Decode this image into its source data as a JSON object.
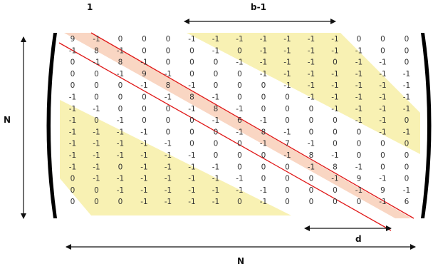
{
  "labels": {
    "top_one": "1",
    "top_bandwidth": "b-1",
    "left_size": "N",
    "bottom_size": "N",
    "bottom_offset": "d"
  },
  "matrix": [
    [
      "9",
      "-1",
      "0",
      "0",
      "0",
      "-1",
      "-1",
      "-1",
      "-1",
      "-1",
      "-1",
      "-1",
      "0",
      "0",
      "0"
    ],
    [
      "-1",
      "8",
      "-1",
      "0",
      "0",
      "0",
      "-1",
      "0",
      "-1",
      "-1",
      "-1",
      "-1",
      "-1",
      "0",
      "0"
    ],
    [
      "0",
      "-1",
      "8",
      "-1",
      "0",
      "0",
      "0",
      "-1",
      "-1",
      "-1",
      "-1",
      "0",
      "-1",
      "-1",
      "0"
    ],
    [
      "0",
      "0",
      "-1",
      "9",
      "-1",
      "0",
      "0",
      "0",
      "-1",
      "-1",
      "-1",
      "-1",
      "-1",
      "-1",
      "-1"
    ],
    [
      "0",
      "0",
      "0",
      "-1",
      "8",
      "-1",
      "0",
      "0",
      "0",
      "-1",
      "-1",
      "-1",
      "-1",
      "-1",
      "-1"
    ],
    [
      "-1",
      "0",
      "0",
      "0",
      "-1",
      "8",
      "-1",
      "0",
      "0",
      "0",
      "-1",
      "-1",
      "-1",
      "-1",
      "-1"
    ],
    [
      "-1",
      "-1",
      "0",
      "0",
      "0",
      "-1",
      "8",
      "-1",
      "0",
      "0",
      "0",
      "-1",
      "-1",
      "-1",
      "-1"
    ],
    [
      "-1",
      "0",
      "-1",
      "0",
      "0",
      "0",
      "-1",
      "6",
      "-1",
      "0",
      "0",
      "0",
      "-1",
      "-1",
      "0"
    ],
    [
      "-1",
      "-1",
      "-1",
      "-1",
      "0",
      "0",
      "0",
      "-1",
      "8",
      "-1",
      "0",
      "0",
      "0",
      "-1",
      "-1"
    ],
    [
      "-1",
      "-1",
      "-1",
      "-1",
      "-1",
      "0",
      "0",
      "0",
      "-1",
      "7",
      "-1",
      "0",
      "0",
      "0",
      "0"
    ],
    [
      "-1",
      "-1",
      "-1",
      "-1",
      "-1",
      "-1",
      "0",
      "0",
      "0",
      "-1",
      "8",
      "-1",
      "0",
      "0",
      "0"
    ],
    [
      "-1",
      "-1",
      "0",
      "-1",
      "-1",
      "-1",
      "-1",
      "0",
      "0",
      "0",
      "-1",
      "8",
      "-1",
      "0",
      "0"
    ],
    [
      "0",
      "-1",
      "-1",
      "-1",
      "-1",
      "-1",
      "-1",
      "-1",
      "0",
      "0",
      "0",
      "-1",
      "9",
      "-1",
      "0"
    ],
    [
      "0",
      "0",
      "-1",
      "-1",
      "-1",
      "-1",
      "-1",
      "-1",
      "-1",
      "0",
      "0",
      "0",
      "-1",
      "9",
      "-1"
    ],
    [
      "0",
      "0",
      "0",
      "-1",
      "-1",
      "-1",
      "-1",
      "0",
      "-1",
      "0",
      "0",
      "0",
      "0",
      "-1",
      "6"
    ]
  ],
  "colors": {
    "off_band": "#f8f1b3",
    "diag_band": "#f9d6c3",
    "diag_lines": "#e01818",
    "text": "#333333",
    "arrows": "#111111",
    "brackets": "#000000"
  }
}
